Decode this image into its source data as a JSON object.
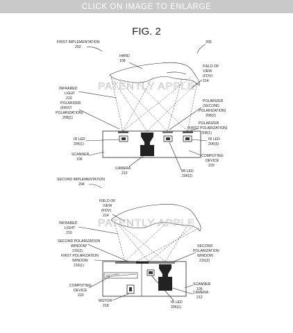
{
  "banner": {
    "text": "CLICK ON IMAGE TO ENLARGE"
  },
  "figure_title": "FIG. 2",
  "watermark": "PATENTLY APPLE",
  "top": {
    "labels": {
      "first_impl_1": "FIRST IMPLEMENTATION",
      "first_impl_2": "202",
      "ref_200": "200",
      "hand_1": "HAND",
      "hand_2": "108",
      "fov_1": "FIELD OF",
      "fov_2": "VIEW",
      "fov_3": "(FOV)",
      "fov_4": "214",
      "ir_light_1": "INFRARED",
      "ir_light_2": "LIGHT",
      "ir_light_3": "210",
      "pol_first_1": "POLARIZER",
      "pol_first_2": "(FIRST",
      "pol_first_3": "POLARIZATION)",
      "pol_first_4": "208(1)",
      "pol_second_1": "POLARIZER",
      "pol_second_2": "(SECOND",
      "pol_second_3": "POLARIZATION)",
      "pol_second_4": "208(2)",
      "pol_first_r_1": "POLARIZER",
      "pol_first_r_2": "(FIRST POLARIZATION)",
      "pol_first_r_3": "208(1)",
      "ir_led_l_1": "IR LED",
      "ir_led_l_2": "206(1)",
      "ir_led_r_1": "IR LED",
      "ir_led_r_2": "206(3)",
      "scanner_1": "SCANNER",
      "scanner_2": "106",
      "computing_1": "COMPUTING",
      "computing_2": "DEVICE",
      "computing_3": "220",
      "camera_1": "CAMERA",
      "camera_2": "212",
      "ir_led_b_1": "IR LED",
      "ir_led_b_2": "206(2)"
    }
  },
  "bottom": {
    "labels": {
      "second_impl_1": "SECOND IMPLEMENTATION",
      "second_impl_2": "204",
      "fov_1": "FIELD OF",
      "fov_2": "VIEW",
      "fov_3": "(FOV)",
      "fov_4": "214",
      "ir_light_1": "INFRARED",
      "ir_light_2": "LIGHT",
      "ir_light_3": "210",
      "spw_l_1": "SECOND POLARIZATION",
      "spw_l_2": "WINDOW",
      "spw_l_3": "216(2)",
      "fpw_1": "FIRST POLARIZATION",
      "fpw_2": "WINDOW",
      "fpw_3": "216(1)",
      "spw_r_1": "SECOND",
      "spw_r_2": "POLARIZATION",
      "spw_r_3": "WINDOW",
      "spw_r_4": "216(2)",
      "computing_1": "COMPUTING",
      "computing_2": "DEVICE",
      "computing_3": "220",
      "motor_1": "MOTOR",
      "motor_2": "218",
      "scanner_1": "SCANNER",
      "scanner_2": "106",
      "camera_1": "CAMERA",
      "camera_2": "212",
      "ir_led_1": "IR LED",
      "ir_led_2": "206(1)"
    }
  }
}
